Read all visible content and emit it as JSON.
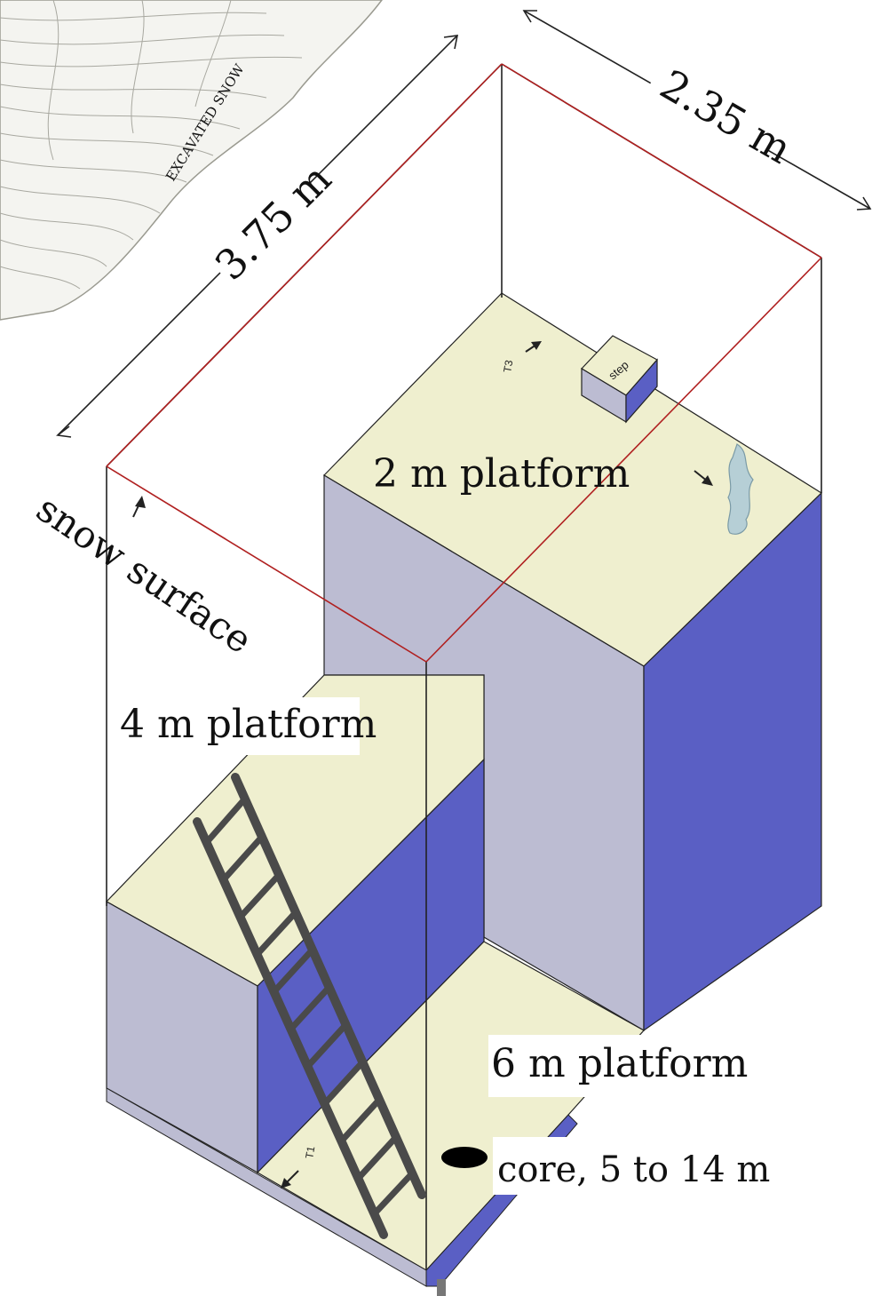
{
  "labels": {
    "excavated_snow": "EXCAVATED SNOW",
    "dim_length": "3.75 m",
    "dim_width": "2.35 m",
    "snow_surface": "snow surface",
    "platform_2m": "2 m platform",
    "platform_4m": "4 m platform",
    "platform_6m": "6 m platform",
    "core": "core, 5 to 14 m",
    "step": "step",
    "t3": "T3",
    "t1": "T1"
  },
  "colors": {
    "top_face": "#efefcf",
    "light_wall": "#bcbcd2",
    "dark_wall": "#5a5fc4",
    "outline_red": "#b02020",
    "outline_black": "#222222",
    "ladder": "#4a4a4a",
    "core_hole": "#000000"
  },
  "icons": [
    "ladder-icon",
    "core-hole-icon",
    "step-block-icon",
    "arrow-icon",
    "ice-formation-icon"
  ]
}
